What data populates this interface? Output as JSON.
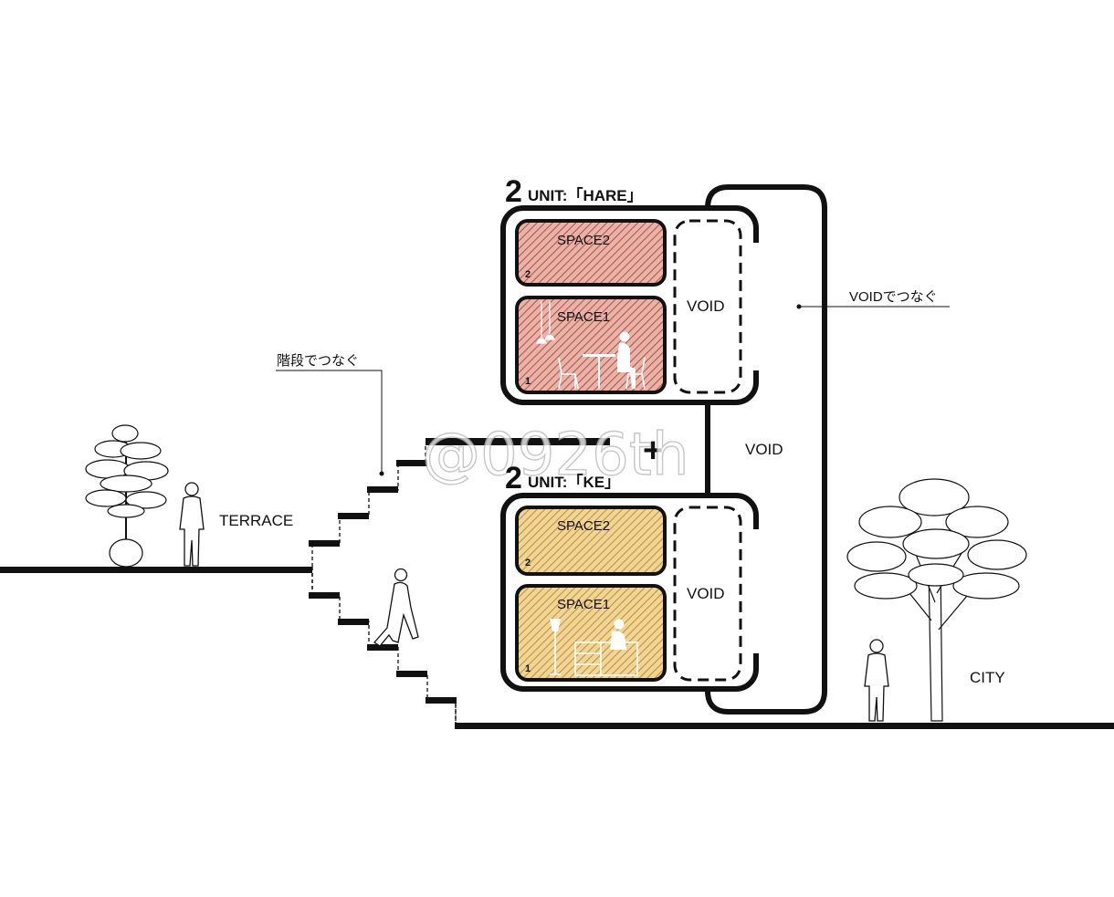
{
  "labels": {
    "terrace": "TERRACE",
    "city": "CITY",
    "stairs_note": "階段でつなぐ",
    "void_note": "VOIDでつなぐ",
    "void_center": "VOID",
    "plus": "+",
    "watermark": "@0926th"
  },
  "units": [
    {
      "count": "2",
      "title": "UNIT:「HARE」",
      "color": "#c9786c",
      "spaces": [
        {
          "name": "SPACE2",
          "level": "2"
        },
        {
          "name": "SPACE1",
          "level": "1"
        }
      ],
      "void_label": "VOID"
    },
    {
      "count": "2",
      "title": "UNIT:「KE」",
      "color": "#d9ae55",
      "spaces": [
        {
          "name": "SPACE2",
          "level": "2"
        },
        {
          "name": "SPACE1",
          "level": "1"
        }
      ],
      "void_label": "VOID"
    }
  ],
  "colors": {
    "line": "#111111",
    "hare": "#c9786c",
    "ke": "#d9ae55"
  }
}
